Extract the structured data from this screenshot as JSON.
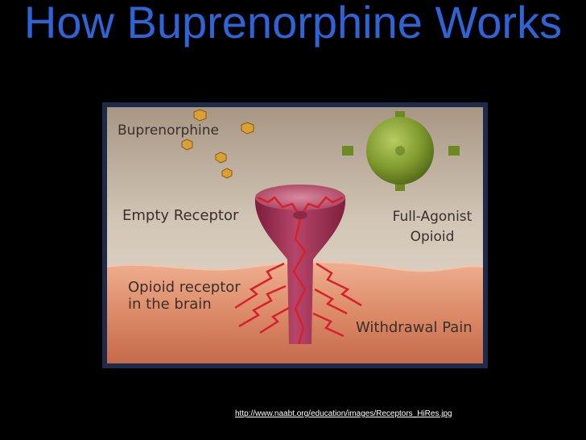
{
  "slide": {
    "title": "How Buprenorphine Works",
    "source_url": "http://www.naabt.org/education/images/Receptors_HiRes.jpg"
  },
  "diagram": {
    "labels": {
      "buprenorphine": "Buprenorphine",
      "empty_receptor": "Empty Receptor",
      "full_agonist_line1": "Full-Agonist",
      "full_agonist_line2": "Opioid",
      "receptor_line1": "Opioid receptor",
      "receptor_line2": "in the brain",
      "withdrawal": "Withdrawal Pain"
    },
    "colors": {
      "title": "#2f64d6",
      "frame": "#1d2a4a",
      "sky_top": "#b8a894",
      "sky_bottom": "#ddd4c6",
      "tissue_top": "#e8a484",
      "tissue_bottom": "#c06a48",
      "receptor": "#9c2f4e",
      "lightning": "#d8202c",
      "agonist": "#7e9a2c",
      "molecule": "#d9a033"
    }
  }
}
